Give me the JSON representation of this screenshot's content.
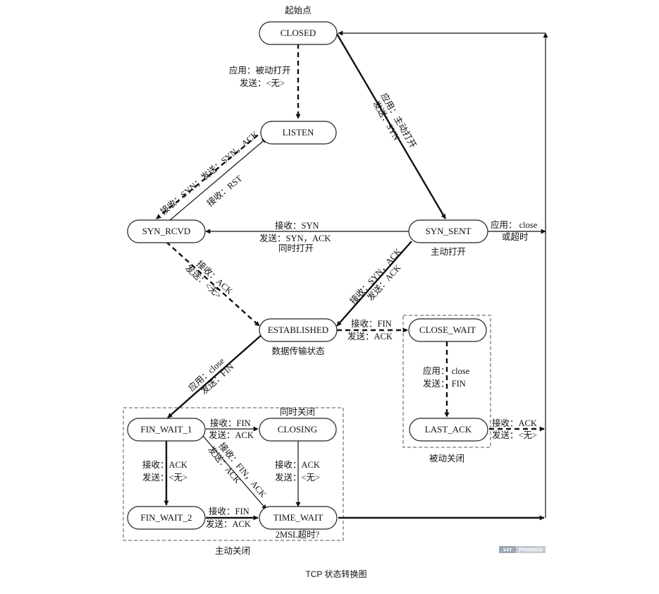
{
  "caption": "TCP 状态转换图",
  "badge": {
    "left": "S4T",
    "right": "POWERED"
  },
  "states": {
    "closed": "CLOSED",
    "listen": "LISTEN",
    "syn_rcvd": "SYN_RCVD",
    "syn_sent": "SYN_SENT",
    "established": "ESTABLISHED",
    "close_wait": "CLOSE_WAIT",
    "last_ack": "LAST_ACK",
    "fin_wait_1": "FIN_WAIT_1",
    "closing": "CLOSING",
    "fin_wait_2": "FIN_WAIT_2",
    "time_wait": "TIME_WAIT"
  },
  "notes": {
    "start": "起始点",
    "active_open": "主动打开",
    "simultaneous_open": "同时打开",
    "data_transfer": "数据传输状态",
    "passive_close": "被动关闭",
    "simultaneous_close": "同时关闭",
    "active_close": "主动关闭",
    "timeout_2msl": "2MSL超时?"
  },
  "transitions": {
    "closed_listen": [
      "应用：被动打开",
      "发送：<无>"
    ],
    "closed_syn_sent": [
      "应用：主动打开",
      "发送：SYN"
    ],
    "listen_syn_rcvd": "接收：SYN；发送：SYN，ACK",
    "syn_rcvd_listen": "接收：RST",
    "syn_sent_syn_rcvd": [
      "接收：SYN",
      "发送：SYN，ACK"
    ],
    "syn_sent_close": [
      "应用：  close",
      "或超时"
    ],
    "syn_rcvd_established": [
      "接收：ACK",
      "发送：<无>"
    ],
    "syn_sent_established": [
      "接收：SYN，ACK",
      "发送：ACK"
    ],
    "established_close_wait": [
      "接收：FIN",
      "发送：ACK"
    ],
    "close_wait_last_ack": [
      "应用：  close",
      "发送：  FIN"
    ],
    "last_ack_closed": [
      "接收：ACK",
      "发送：<无>"
    ],
    "established_fin_wait_1": [
      "应用：close",
      "发送：FIN"
    ],
    "fin_wait_1_closing": [
      "接收：FIN",
      "发送：ACK"
    ],
    "fin_wait_1_fin_wait_2": [
      "接收：ACK",
      "发送：<无>"
    ],
    "fin_wait_1_time_wait": [
      "接收：FIN，ACK",
      "发送：ACK"
    ],
    "closing_time_wait": [
      "接收：ACK",
      "发送：<无>"
    ],
    "fin_wait_2_time_wait": [
      "接收：FIN",
      "发送：ACK"
    ]
  }
}
